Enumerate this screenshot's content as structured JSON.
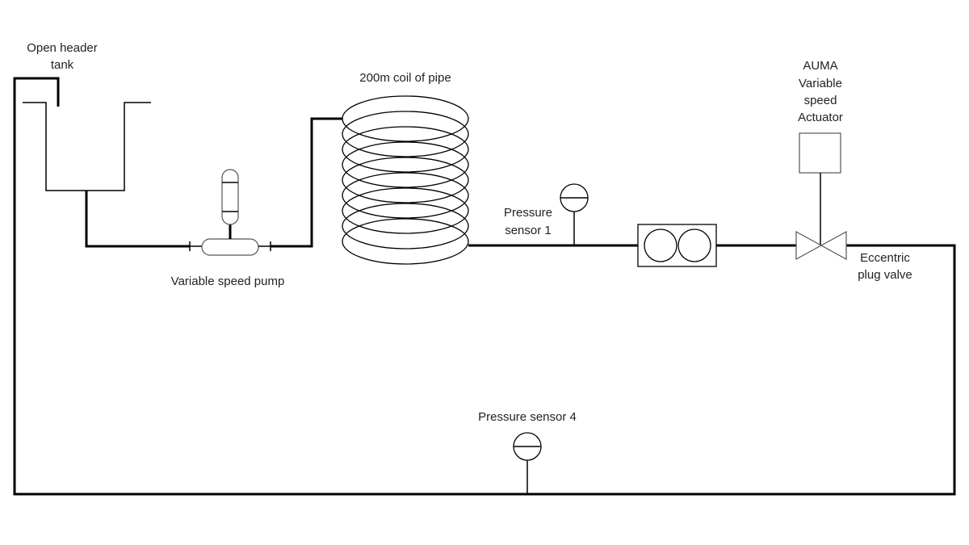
{
  "labels": {
    "tank_line1": "Open header",
    "tank_line2": "tank",
    "coil": "200m coil of pipe",
    "pump": "Variable speed pump",
    "sensor1_line1": "Pressure",
    "sensor1_line2": "sensor 1",
    "actuator_line1": "AUMA",
    "actuator_line2": "Variable",
    "actuator_line3": "speed",
    "actuator_line4": "Actuator",
    "valve_line1": "Eccentric",
    "valve_line2": "plug valve",
    "sensor4": "Pressure sensor 4"
  }
}
